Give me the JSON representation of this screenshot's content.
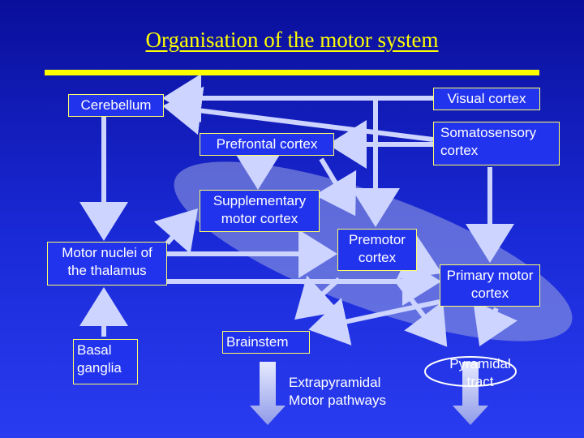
{
  "slide": {
    "title": "Organisation of the motor system"
  },
  "nodes": {
    "cerebellum": "Cerebellum",
    "visual_cortex": "Visual cortex",
    "somatosensory_cortex": "Somatosensory cortex",
    "prefrontal_cortex": "Prefrontal cortex",
    "supplementary_motor_cortex": "Supplementary motor cortex",
    "premotor_cortex": "Premotor cortex",
    "motor_nuclei_thalamus": "Motor nuclei of the thalamus",
    "primary_motor_cortex": "Primary motor cortex",
    "basal_ganglia": "Basal ganglia",
    "brainstem": "Brainstem",
    "extrapyramidal": "Extrapyramidal Motor pathways",
    "pyramidal_tract": "Pyramidal tract"
  },
  "colors": {
    "background": "#1520c8",
    "title": "#ffff00",
    "box_border": "#ffff66",
    "arrow": "#ccd4ff",
    "ellipse": "#8f9ae0"
  }
}
